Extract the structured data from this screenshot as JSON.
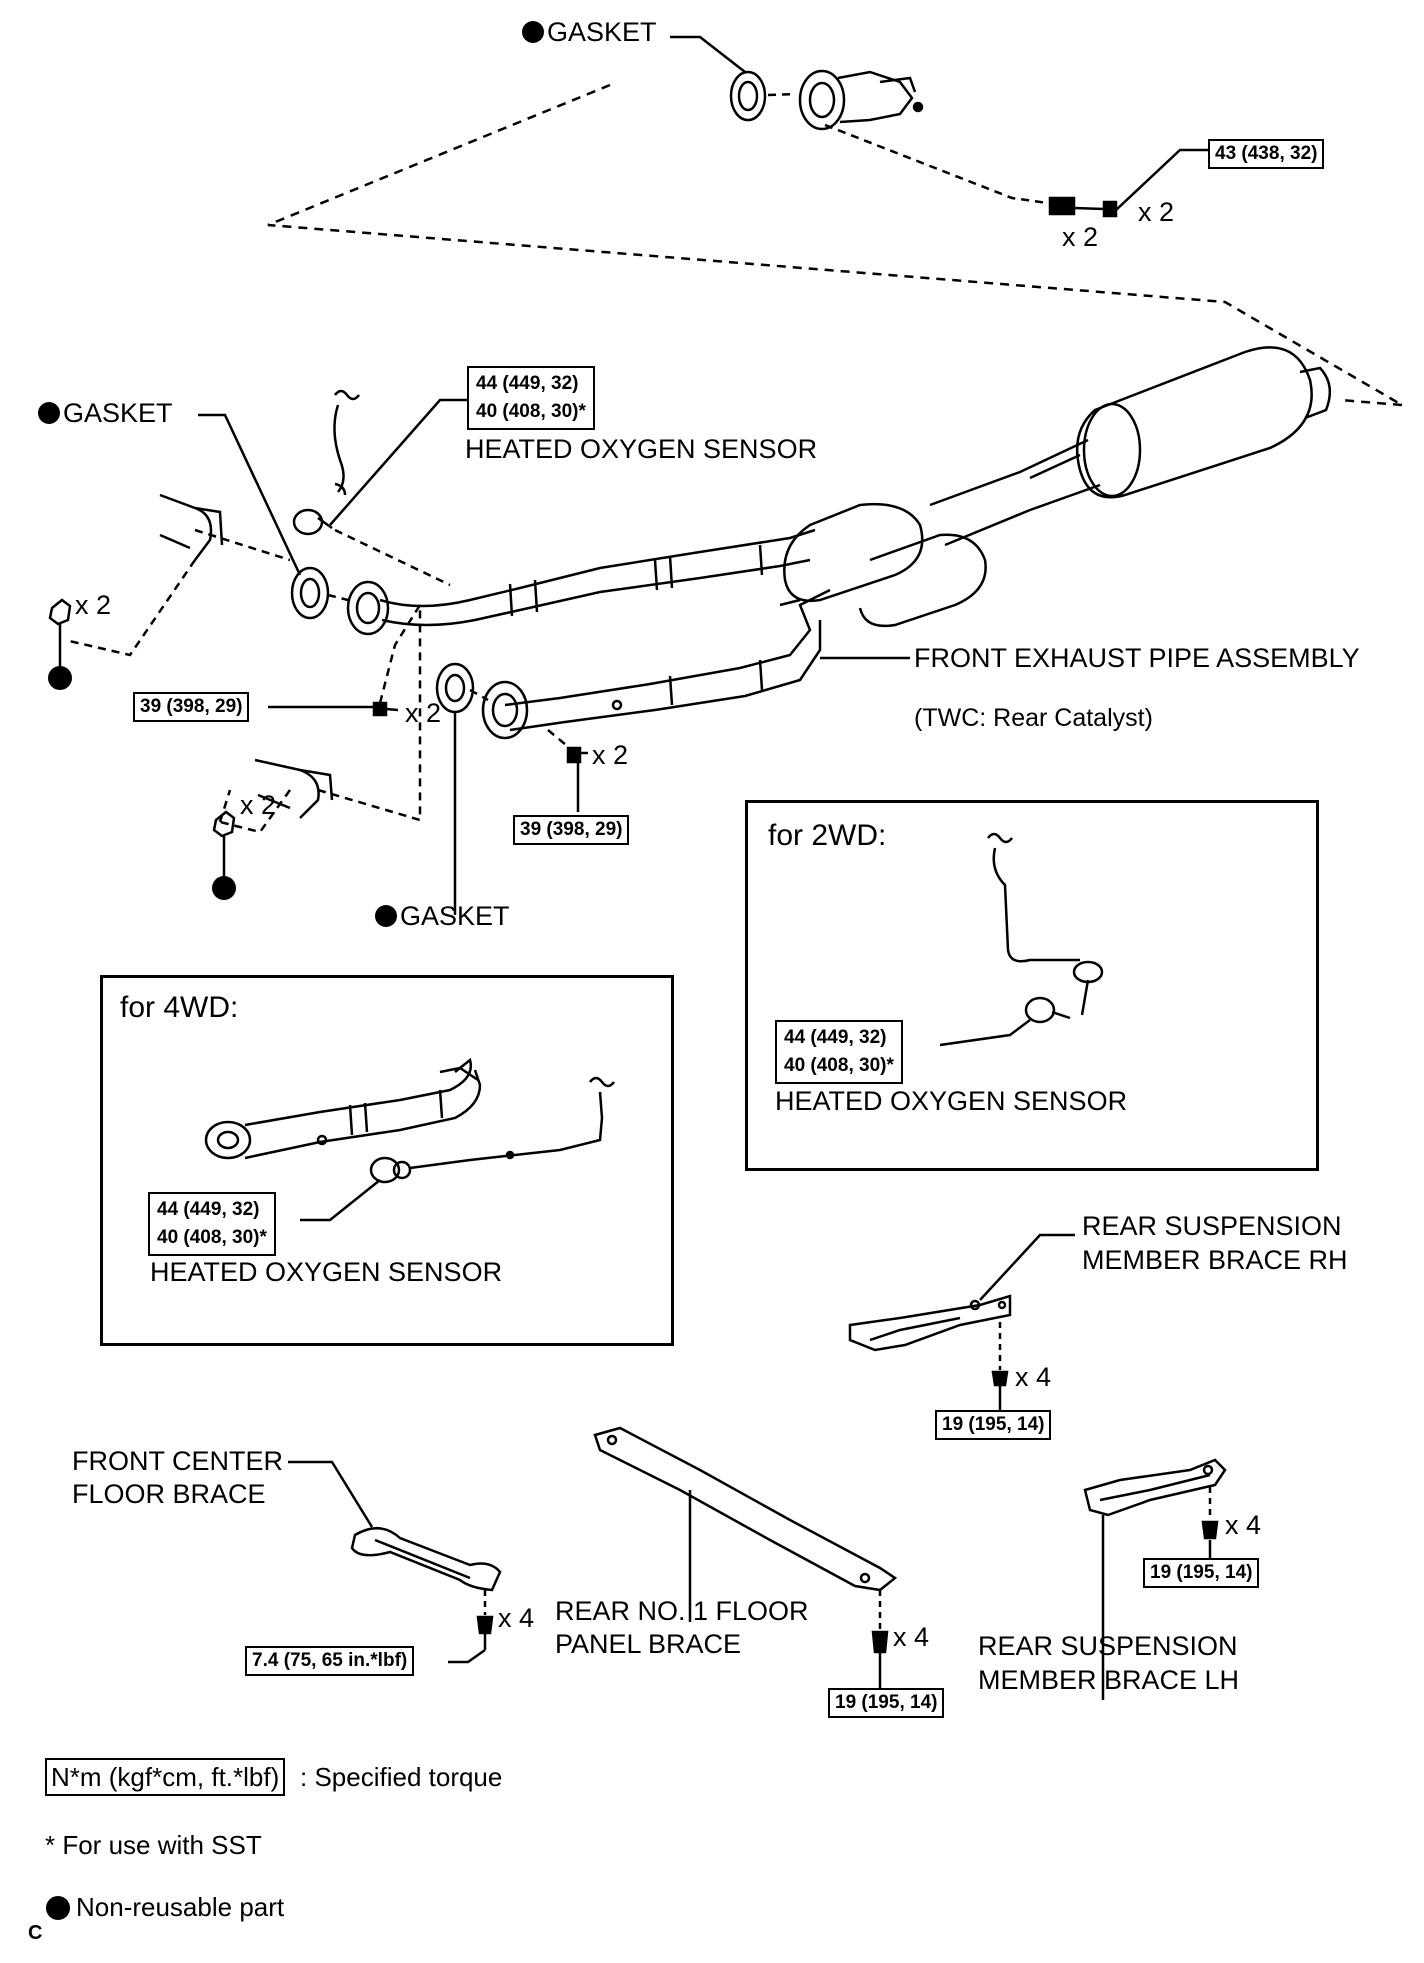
{
  "labels": {
    "gasket_top": "GASKET",
    "gasket_left": "GASKET",
    "gasket_bottom": "GASKET",
    "heated_o2_main": "HEATED OXYGEN SENSOR",
    "front_exhaust": "FRONT EXHAUST PIPE ASSEMBLY",
    "twc": "(TWC: Rear Catalyst)",
    "for_2wd": "for 2WD:",
    "for_4wd": "for 4WD:",
    "heated_o2_2wd": "HEATED OXYGEN SENSOR",
    "heated_o2_4wd": "HEATED OXYGEN SENSOR",
    "rear_susp_rh_1": "REAR SUSPENSION",
    "rear_susp_rh_2": "MEMBER BRACE RH",
    "rear_susp_lh_1": "REAR SUSPENSION",
    "rear_susp_lh_2": "MEMBER BRACE LH",
    "front_center_1": "FRONT CENTER",
    "front_center_2": "FLOOR BRACE",
    "rear_floor_1": "REAR NO. 1 FLOOR",
    "rear_floor_2": "PANEL BRACE",
    "corner_mark": "C"
  },
  "torques": {
    "t43": "43 (438, 32)",
    "t44_main_a": "44 (449, 32)",
    "t44_main_b": "40 (408, 30)*",
    "t39_left": "39 (398, 29)",
    "t39_right": "39 (398, 29)",
    "t44_2wd_a": "44 (449, 32)",
    "t44_2wd_b": "40 (408, 30)*",
    "t44_4wd_a": "44 (449, 32)",
    "t44_4wd_b": "40 (408, 30)*",
    "t19_rh": "19 (195, 14)",
    "t19_lh": "19 (195, 14)",
    "t19_floor": "19 (195, 14)",
    "t74": "7.4 (75, 65 in.*lbf)"
  },
  "quantities": {
    "q_top_nut": "x 2",
    "q_top_bolt": "x 2",
    "q_left_nut": "x 2",
    "q_left_bolt": "x 2",
    "q_lower_nut": "x 2",
    "q_right_bolt": "x 2",
    "q_rh": "x 4",
    "q_lh": "x 4",
    "q_front_center": "x 4",
    "q_rear_floor": "x 4"
  },
  "legend": {
    "torque_box": "N*m (kgf*cm, ft.*lbf)",
    "torque_desc": ": Specified torque",
    "sst": "* For use with SST",
    "nonreusable": "Non-reusable part"
  }
}
